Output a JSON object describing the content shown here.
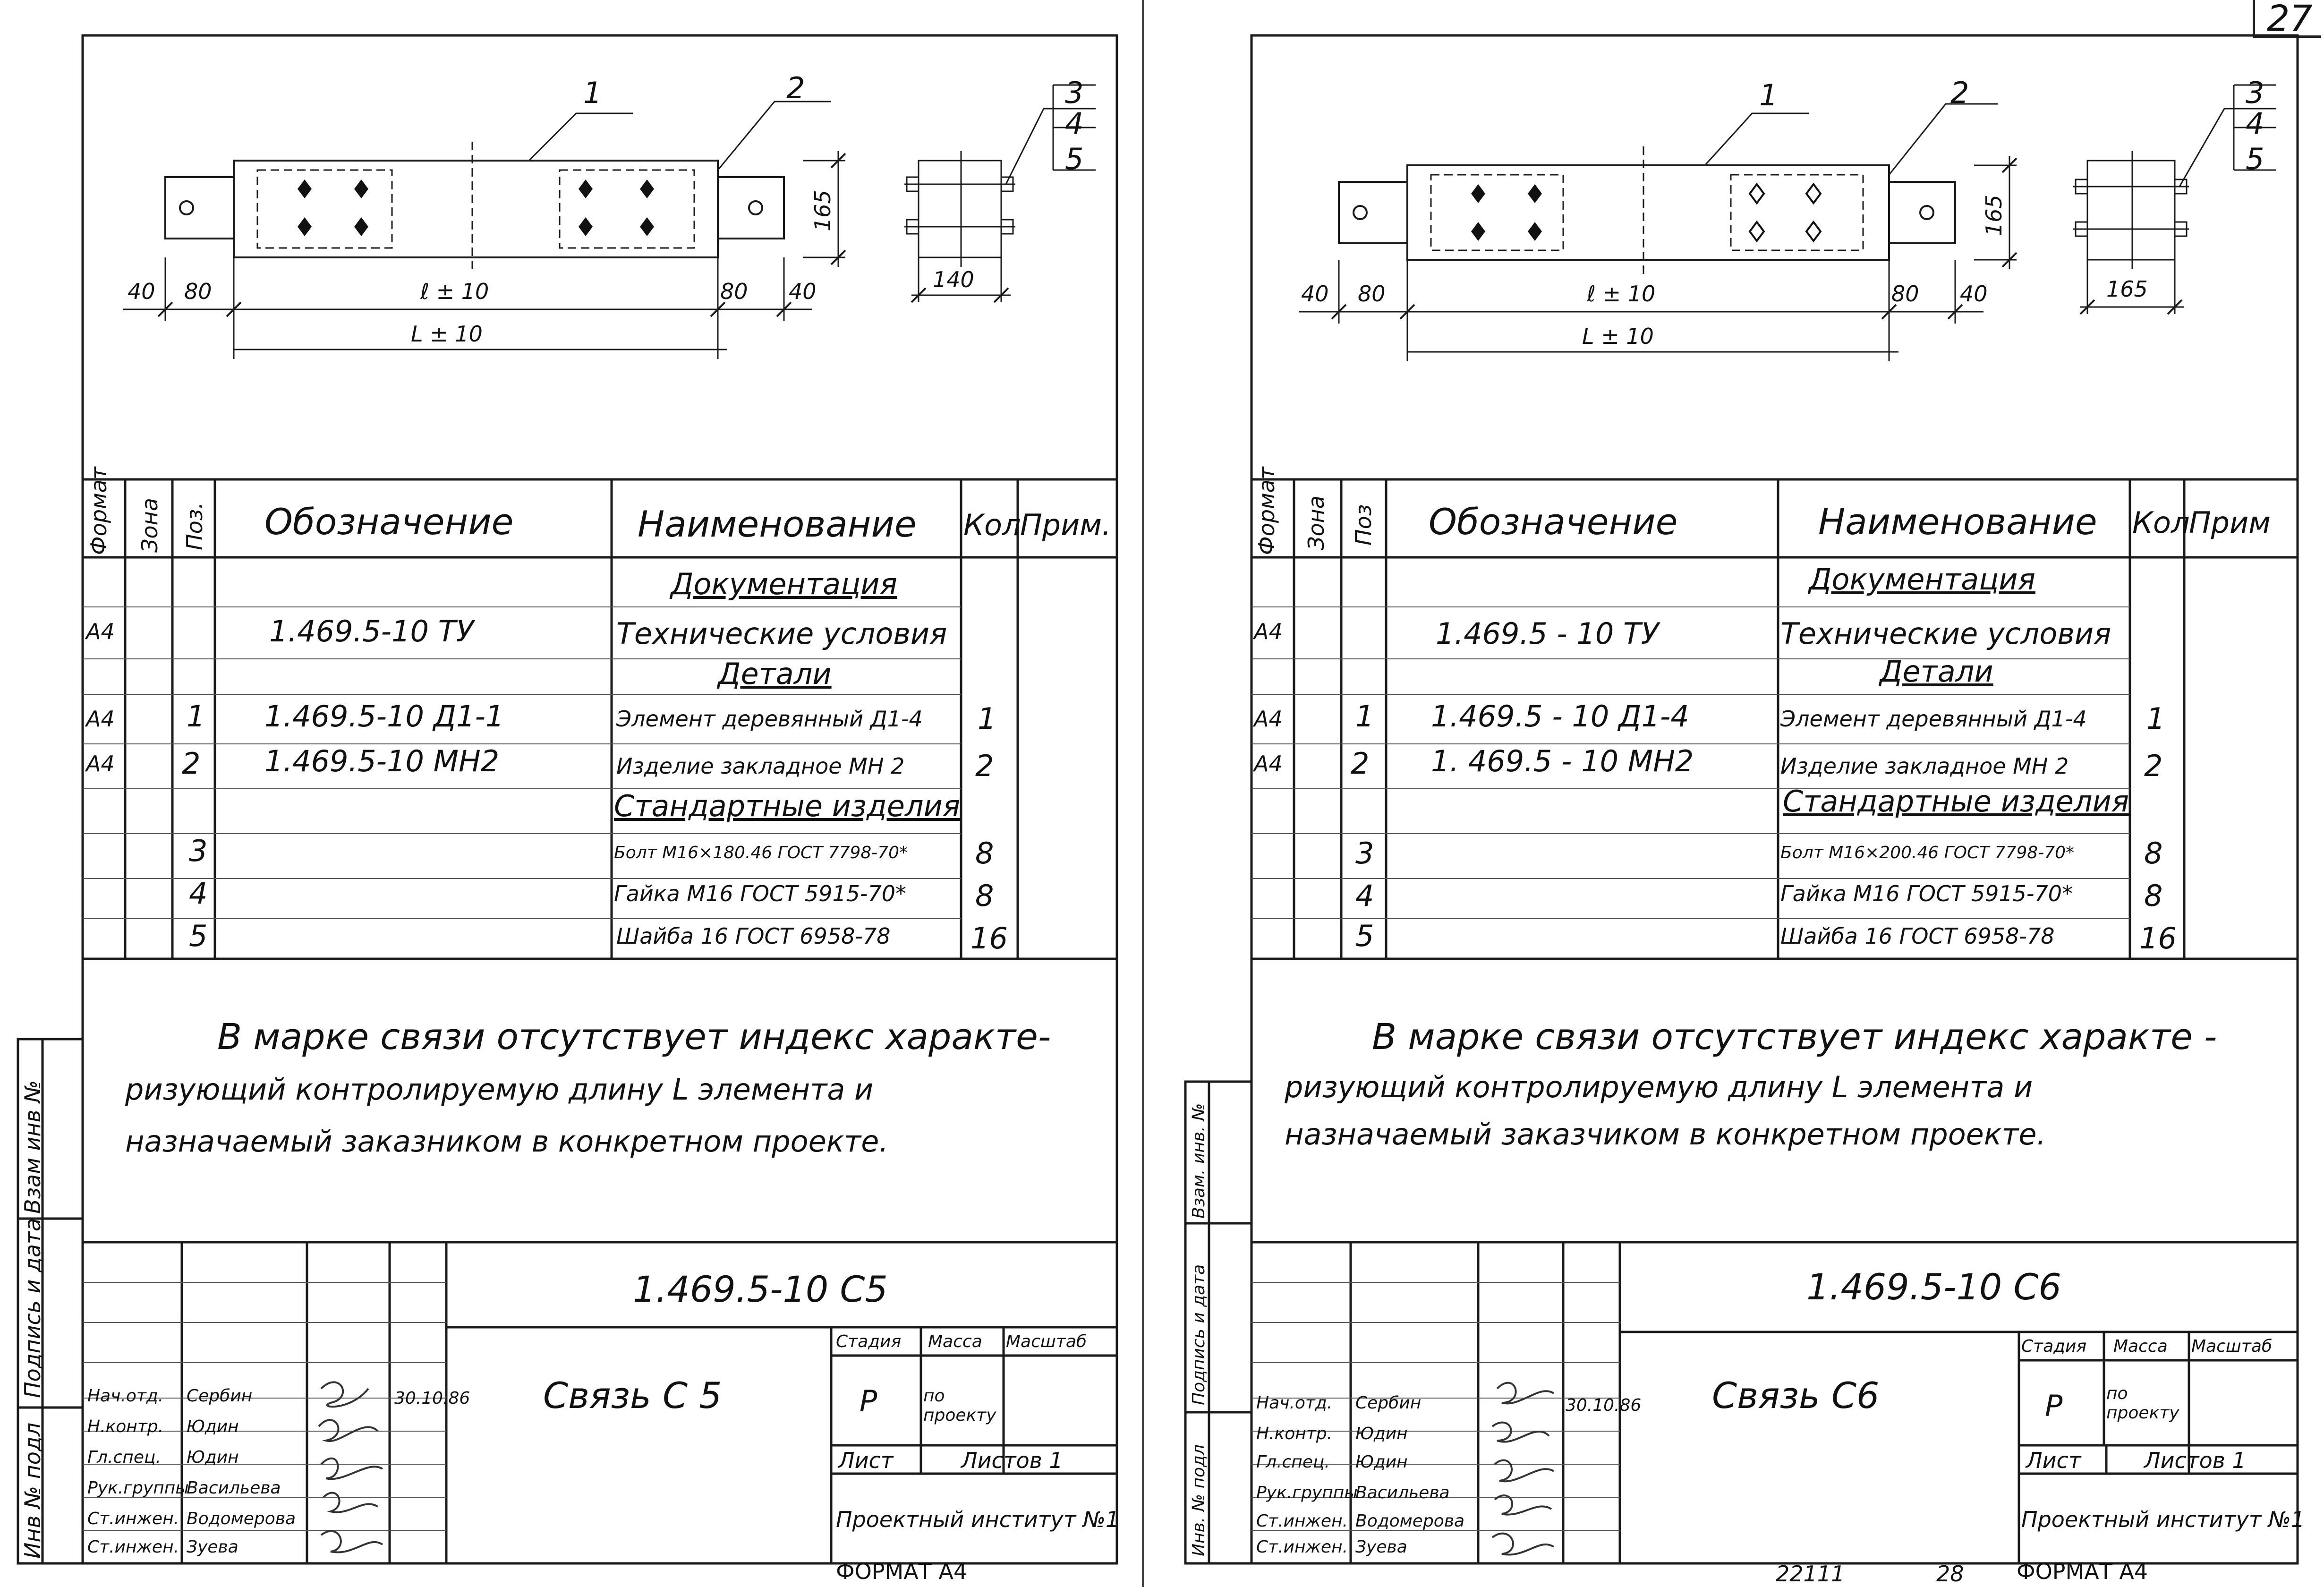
{
  "page_number": "27",
  "sheets": [
    {
      "callouts": [
        "1",
        "2",
        "3",
        "4",
        "5"
      ],
      "dims": {
        "left_end": "40",
        "left_off": "80",
        "l": "ℓ ± 10",
        "right_off": "80",
        "right_end": "40",
        "L": "L ± 10",
        "height": "165",
        "width": "140"
      },
      "headers": {
        "format": "Формат",
        "zone": "Зона",
        "pos": "Поз.",
        "designation": "Обозначение",
        "name": "Наименование",
        "qty": "Кол",
        "note": "Прим."
      },
      "sections": {
        "docs": "Документация",
        "details": "Детали",
        "std": "Стандартные изделия"
      },
      "rows": [
        {
          "format": "А4",
          "pos": "",
          "designation": "1.469.5-10 ТУ",
          "name": "Технические условия",
          "qty": ""
        },
        {
          "format": "А4",
          "pos": "1",
          "designation": "1.469.5-10 Д1-1",
          "name": "Элемент деревянный Д1-4",
          "qty": "1"
        },
        {
          "format": "А4",
          "pos": "2",
          "designation": "1.469.5-10 МН2",
          "name": "Изделие закладное МН 2",
          "qty": "2"
        },
        {
          "format": "",
          "pos": "3",
          "designation": "",
          "name": "Болт М16×180.46 ГОСТ 7798-70*",
          "qty": "8"
        },
        {
          "format": "",
          "pos": "4",
          "designation": "",
          "name": "Гайка М16 ГОСТ 5915-70*",
          "qty": "8"
        },
        {
          "format": "",
          "pos": "5",
          "designation": "",
          "name": "Шайба 16 ГОСТ 6958-78",
          "qty": "16"
        }
      ],
      "note_lines": [
        "В марке связи отсутствует индекс характе-",
        "ризующий контролируемую длину L элемента и",
        "назначаемый заказником в конкретном проекте."
      ],
      "side_labels": [
        "Инв № подл",
        "Подпись и дата",
        "Взам инв №"
      ],
      "stamp": {
        "code": "1.469.5-10 С5",
        "title": "Связь С 5",
        "stage_h": "Стадия",
        "mass_h": "Масса",
        "scale_h": "Масштаб",
        "stage": "Р",
        "mass": "по проекту",
        "sheet_h": "Лист",
        "sheets_h": "Листов 1",
        "org": "Проектный институт №1",
        "date": "30.10.86",
        "roles": [
          "Нач.отд.",
          "Н.контр.",
          "Гл.спец.",
          "Рук.группы",
          "Ст.инжен.",
          "Ст.инжен."
        ],
        "names": [
          "Сербин",
          "Юдин",
          "Юдин",
          "Васильева",
          "Водомерова",
          "Зуева"
        ]
      },
      "format_label": "ФОРМАТ А4",
      "bottom_nums": []
    },
    {
      "callouts": [
        "1",
        "2",
        "3",
        "4",
        "5"
      ],
      "dims": {
        "left_end": "40",
        "left_off": "80",
        "l": "ℓ ± 10",
        "right_off": "80",
        "right_end": "40",
        "L": "L ± 10",
        "height": "165",
        "width": "165"
      },
      "headers": {
        "format": "Формат",
        "zone": "Зона",
        "pos": "Поз",
        "designation": "Обозначение",
        "name": "Наименование",
        "qty": "Кол",
        "note": "Прим"
      },
      "sections": {
        "docs": "Документация",
        "details": "Детали",
        "std": "Стандартные изделия"
      },
      "rows": [
        {
          "format": "А4",
          "pos": "",
          "designation": "1.469.5 - 10 ТУ",
          "name": "Технические условия",
          "qty": ""
        },
        {
          "format": "А4",
          "pos": "1",
          "designation": "1.469.5 - 10 Д1-4",
          "name": "Элемент деревянный Д1-4",
          "qty": "1"
        },
        {
          "format": "А4",
          "pos": "2",
          "designation": "1. 469.5 - 10 МН2",
          "name": "Изделие закладное МН 2",
          "qty": "2"
        },
        {
          "format": "",
          "pos": "3",
          "designation": "",
          "name": "Болт М16×200.46 ГОСТ 7798-70*",
          "qty": "8"
        },
        {
          "format": "",
          "pos": "4",
          "designation": "",
          "name": "Гайка М16 ГОСТ 5915-70*",
          "qty": "8"
        },
        {
          "format": "",
          "pos": "5",
          "designation": "",
          "name": "Шайба 16 ГОСТ 6958-78",
          "qty": "16"
        }
      ],
      "note_lines": [
        "В марке связи отсутствует индекс характе -",
        "ризующий контролируемую длину L элемента и",
        "назначаемый заказчиком в конкретном проекте."
      ],
      "side_labels": [
        "Инв. № подл",
        "Подпись и дата",
        "Взам. инв. №"
      ],
      "stamp": {
        "code": "1.469.5-10 С6",
        "title": "Связь С6",
        "stage_h": "Стадия",
        "mass_h": "Масса",
        "scale_h": "Масштаб",
        "stage": "Р",
        "mass": "по проекту",
        "sheet_h": "Лист",
        "sheets_h": "Листов 1",
        "org": "Проектный институт №1",
        "date": "30.10.86",
        "roles": [
          "Нач.отд.",
          "Н.контр.",
          "Гл.спец.",
          "Рук.группы",
          "Ст.инжен.",
          "Ст.инжен."
        ],
        "names": [
          "Сербин",
          "Юдин",
          "Юдин",
          "Васильева",
          "Водомерова",
          "Зуева"
        ]
      },
      "format_label": "ФОРМАТ А4",
      "bottom_nums": [
        "22111",
        "28"
      ]
    }
  ]
}
